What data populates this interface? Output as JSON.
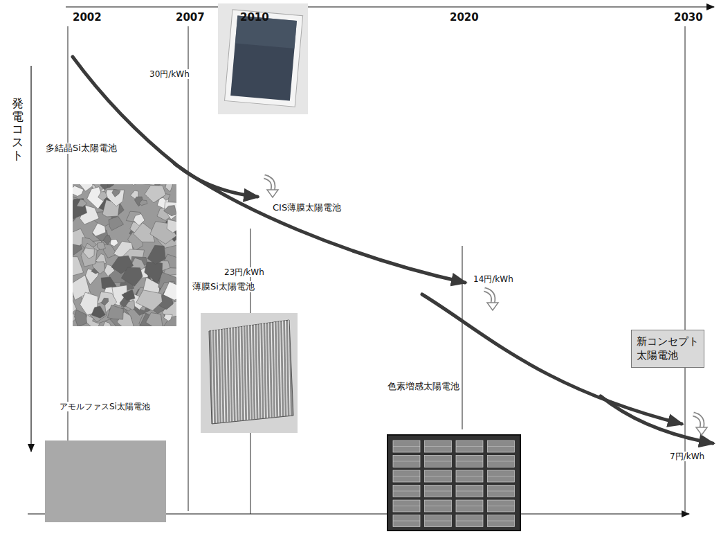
{
  "diagram": {
    "nodes": [
      {
        "text": [
          "新コンセプト 太陽電池"
        ]
      }
    ],
    "labels": [
      "2002",
      "2007",
      "2010",
      "2020",
      "2030",
      "発電コスト",
      "30円/kWh",
      "多結晶Si太陽電池",
      "CIS薄膜太陽電池",
      "23円/kWh",
      "薄膜Si太陽電池",
      "アモルファスSi太陽電池",
      "14円/kWh",
      "色素増感太陽電池",
      "7円/kWh"
    ]
  }
}
